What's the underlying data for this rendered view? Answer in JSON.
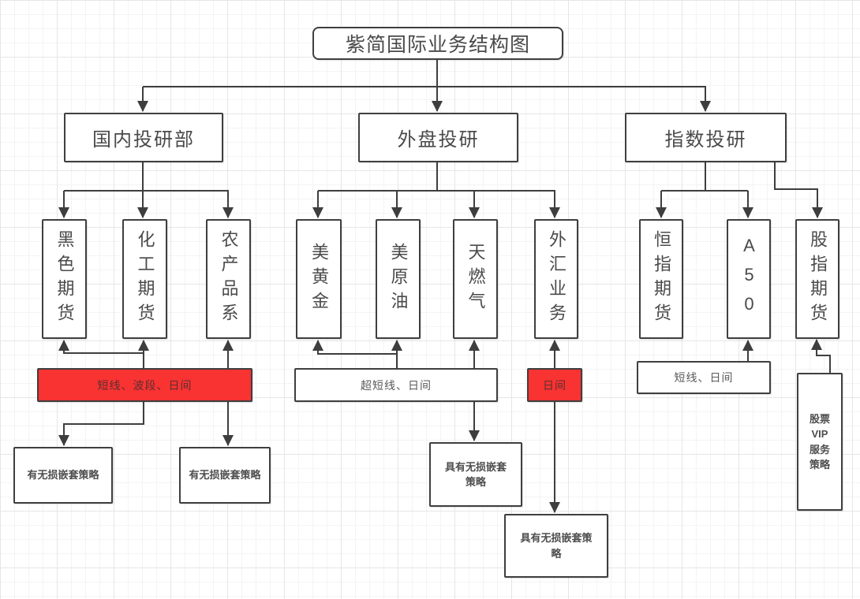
{
  "diagram": {
    "title": "紫简国际业务结构图",
    "colors": {
      "line": "#3e3e3e",
      "box_border": "#3f3f3f",
      "box_fill": "#ffffff",
      "accent_red": "#f93232",
      "text": "#4a4a4a",
      "grid_minor": "#f4f4f6",
      "grid_major": "#e6e6ea"
    },
    "nodes": {
      "title": "紫简国际业务结构图",
      "domestic_dept": "国内投研部",
      "foreign_dept": "外盘投研",
      "index_dept": "指数投研",
      "black_futures": "黑色期货",
      "chemical_futures": "化工期货",
      "agri_products": "农产品系",
      "us_gold": "美黄金",
      "us_crude": "美原油",
      "natural_gas": "天燃气",
      "forex": "外汇业务",
      "hsi_futures": "恒指期货",
      "a50": "A50",
      "index_futures": "股指期货",
      "strategy_domestic": "短线、波段、日间",
      "strategy_foreign": "超短线、日间",
      "strategy_forex": "日间",
      "strategy_index": "短线、日间",
      "lossless_left": "有无损嵌套策略",
      "lossless_right": "有无损嵌套策略",
      "lossless_mid": "具有无损嵌套\n策略",
      "lossless_bottom": "具有无损嵌套策\n略",
      "vip": "股票\nVIP\n服务\n策略"
    },
    "edges": [
      {
        "from": "title",
        "to": "domestic_dept"
      },
      {
        "from": "title",
        "to": "foreign_dept"
      },
      {
        "from": "title",
        "to": "index_dept"
      },
      {
        "from": "domestic_dept",
        "to": "black_futures"
      },
      {
        "from": "domestic_dept",
        "to": "chemical_futures"
      },
      {
        "from": "domestic_dept",
        "to": "agri_products"
      },
      {
        "from": "foreign_dept",
        "to": "us_gold"
      },
      {
        "from": "foreign_dept",
        "to": "us_crude"
      },
      {
        "from": "foreign_dept",
        "to": "natural_gas"
      },
      {
        "from": "foreign_dept",
        "to": "forex"
      },
      {
        "from": "index_dept",
        "to": "hsi_futures"
      },
      {
        "from": "index_dept",
        "to": "a50"
      },
      {
        "from": "index_dept",
        "to": "index_futures"
      },
      {
        "from": "strategy_domestic",
        "to": "black_futures"
      },
      {
        "from": "strategy_domestic",
        "to": "chemical_futures"
      },
      {
        "from": "strategy_domestic",
        "to": "agri_products"
      },
      {
        "from": "strategy_domestic",
        "to": "lossless_left"
      },
      {
        "from": "strategy_domestic",
        "to": "lossless_right"
      },
      {
        "from": "strategy_foreign",
        "to": "us_gold"
      },
      {
        "from": "strategy_foreign",
        "to": "us_crude"
      },
      {
        "from": "strategy_foreign",
        "to": "natural_gas"
      },
      {
        "from": "strategy_foreign",
        "to": "lossless_mid"
      },
      {
        "from": "strategy_forex",
        "to": "forex"
      },
      {
        "from": "strategy_forex",
        "to": "lossless_bottom"
      },
      {
        "from": "strategy_index",
        "to": "a50"
      },
      {
        "from": "vip",
        "to": "index_futures"
      }
    ]
  }
}
